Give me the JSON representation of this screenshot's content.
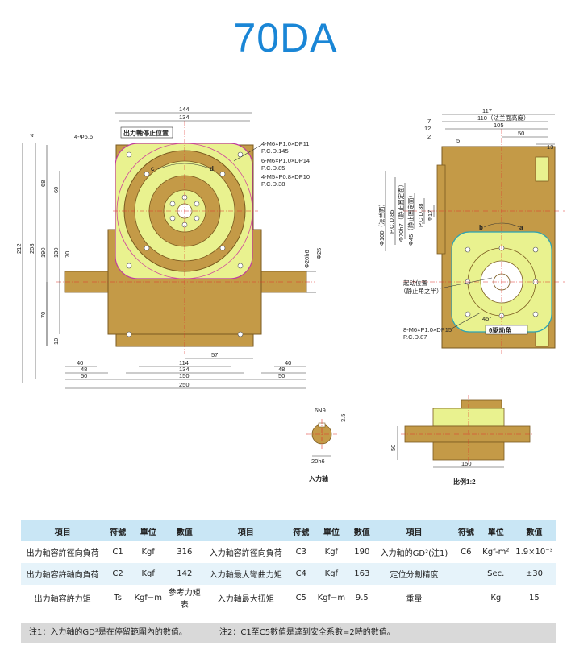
{
  "title": "70DA",
  "front_view": {
    "dims_top": [
      "144",
      "134"
    ],
    "dims_left": [
      "4",
      "212",
      "208",
      "68",
      "60",
      "190",
      "130",
      "70",
      "70",
      "10"
    ],
    "dims_bottom": [
      "57",
      "40",
      "48",
      "50",
      "114",
      "134",
      "150",
      "40",
      "48",
      "50",
      "250"
    ],
    "hole_label": "4-Φ6.6",
    "stop_label": "出力軸停止位置",
    "spec1": "4-M6×P1.0×DP11",
    "spec1b": "P.C.D.145",
    "spec2": "6-M6×P1.0×DP14",
    "spec2b": "P.C.D.85",
    "spec3": "4-M5×P0.8×DP10",
    "spec3b": "P.C.D.38",
    "dir_c": "c",
    "dir_d": "d",
    "shaft_d1": "Φ20h6",
    "shaft_d2": "Φ25"
  },
  "side_view": {
    "dims_top": [
      "117",
      "110（法兰面高度）",
      "105",
      "50",
      "13",
      "7",
      "12",
      "2",
      "5"
    ],
    "dims_left": [
      "Φ100（法兰面）",
      "P.C.D.85",
      "Φ70h7（静止圆定面）",
      "Φ45（静止圆定面）",
      "P.C.D.38",
      "Φ17"
    ],
    "dir_b": "b",
    "dir_a": "a",
    "start_label": "起动位置",
    "start_label2": "（静止角之半）",
    "spec": "8-M6×P1.0×DP15",
    "specb": "P.C.D.87",
    "angle_label": "θ驱动角",
    "angle_mark": "45°"
  },
  "shaft_detail": {
    "key": "6N9",
    "depth": "3.5",
    "dia": "20h6",
    "caption": "入力轴"
  },
  "top_view": {
    "dim_h": "50",
    "dim_w": "150",
    "caption": "比例1:2"
  },
  "table": {
    "headers": [
      "項目",
      "符號",
      "單位",
      "數值",
      "項目",
      "符號",
      "單位",
      "數值",
      "項目",
      "符號",
      "單位",
      "數值"
    ],
    "rows": [
      [
        "出力軸容許徑向負荷",
        "C1",
        "Kgf",
        "316",
        "入力軸容許徑向負荷",
        "C3",
        "Kgf",
        "190",
        "入力軸的GD²(注1)",
        "C6",
        "Kgf-m²",
        "1.9×10⁻³"
      ],
      [
        "出力軸容許軸向負荷",
        "C2",
        "Kgf",
        "142",
        "入力軸最大彎曲力矩",
        "C4",
        "Kgf",
        "163",
        "定位分割精度",
        "",
        "Sec.",
        "±30"
      ],
      [
        "出力軸容許力矩",
        "Ts",
        "Kgf−m",
        "參考力矩表",
        "入力軸最大扭矩",
        "C5",
        "Kgf−m",
        "9.5",
        "重量",
        "",
        "Kg",
        "15"
      ]
    ]
  },
  "notes": {
    "note1": "注1：入力軸的GD²是在停留範圍內的數值。",
    "note2": "注2：C1至C5數值是達到安全系數=2時的數值。"
  },
  "colors": {
    "body": "#c49a47",
    "face": "#e9f28f",
    "title": "#1a86d6",
    "table_header": "#c9e6f5",
    "table_alt": "#e6f3fa"
  }
}
